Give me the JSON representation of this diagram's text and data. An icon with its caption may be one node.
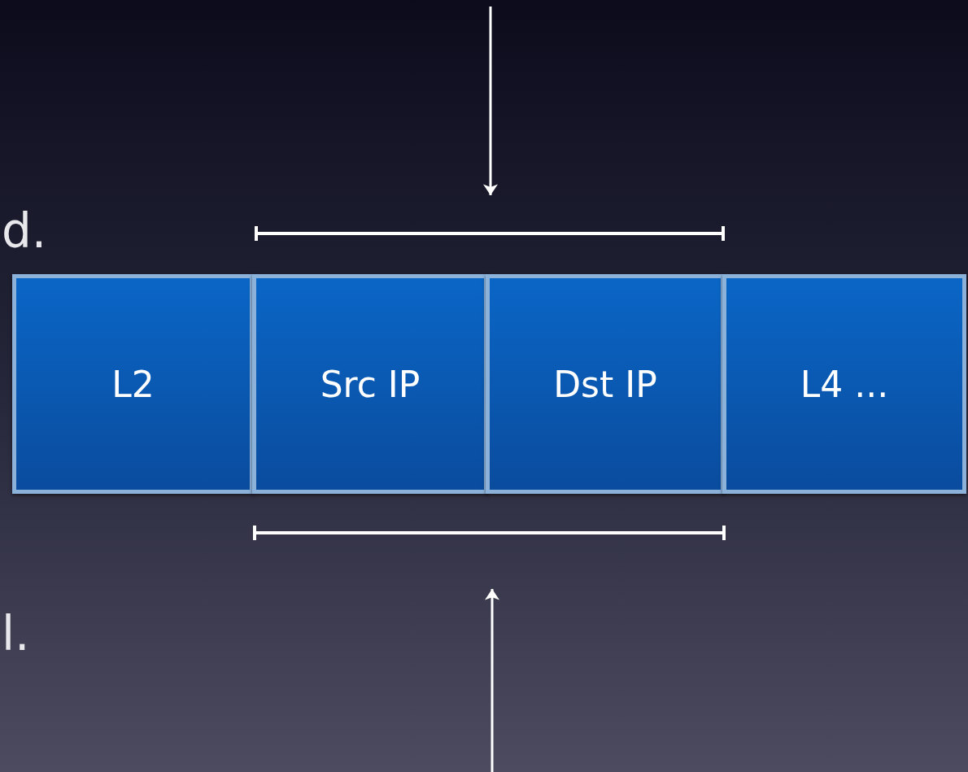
{
  "diagram": {
    "nodes": [
      {
        "text": [
          "L2"
        ]
      },
      {
        "text": [
          "Src IP"
        ]
      },
      {
        "text": [
          "Dst IP"
        ]
      },
      {
        "text": [
          "L4 ..."
        ]
      }
    ],
    "labels": [
      "d.",
      "l."
    ]
  }
}
